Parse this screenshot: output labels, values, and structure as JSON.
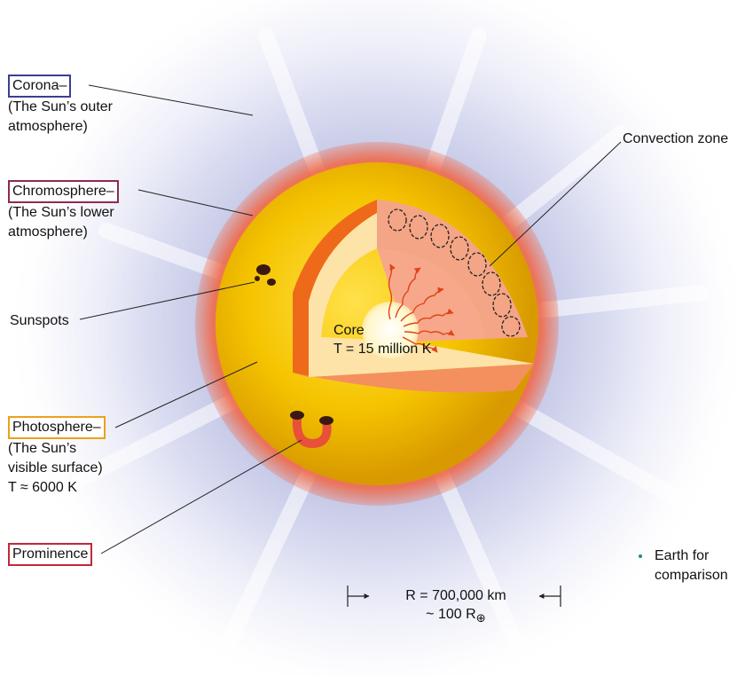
{
  "labels": {
    "corona": "Corona–",
    "corona_desc_1": "(The Sun’s outer",
    "corona_desc_2": "atmosphere)",
    "chromosphere": "Chromosphere–",
    "chromosphere_desc_1": "(The Sun’s lower",
    "chromosphere_desc_2": "atmosphere)",
    "sunspots": "Sunspots",
    "photosphere": "Photosphere–",
    "photosphere_desc_1": "(The Sun’s",
    "photosphere_desc_2": "visible surface)",
    "photosphere_temp": "T ≈ 6000 K",
    "prominence": "Prominence",
    "convection_zone": "Convection zone",
    "core": "Core",
    "core_temp": "T = 15 million K",
    "earth_1": "Earth for",
    "earth_2": "comparison",
    "radius_1": "R = 700,000 km",
    "radius_2_prefix": "~ 100 R",
    "radius_2_sub": "⊕"
  },
  "colors": {
    "corona_haze": "#c9cbe8",
    "sun_surface": "#f5c300",
    "sun_limb": "#d89a00",
    "chromosphere_red": "#f06a4a",
    "radiative_zone": "#f7a88a",
    "inner_cut": "#fde3a8",
    "outer_shell_cut": "#ee6a1a",
    "core_glow": "#fffbe0",
    "earth_dot": "#1f8a8a"
  }
}
